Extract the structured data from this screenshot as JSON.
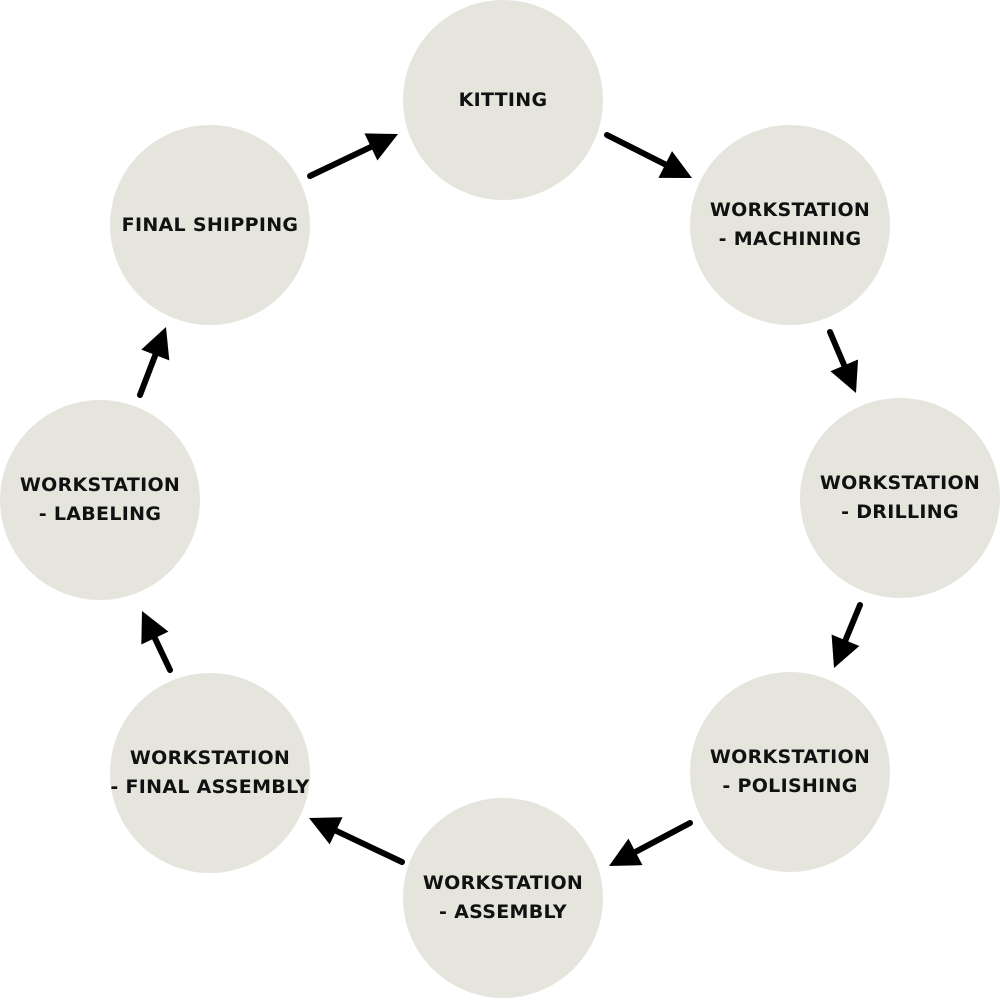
{
  "colors": {
    "node_fill": "#e6e5dd",
    "arrow": "#000000",
    "text": "#111111"
  },
  "nodes": [
    {
      "id": "kitting",
      "lines": [
        "KITTING"
      ]
    },
    {
      "id": "machining",
      "lines": [
        "WORKSTATION",
        "- MACHINING"
      ]
    },
    {
      "id": "drilling",
      "lines": [
        "WORKSTATION",
        "- DRILLING"
      ]
    },
    {
      "id": "polishing",
      "lines": [
        "WORKSTATION",
        "- POLISHING"
      ]
    },
    {
      "id": "assembly",
      "lines": [
        "WORKSTATION",
        "- ASSEMBLY"
      ]
    },
    {
      "id": "final-assembly",
      "lines": [
        "WORKSTATION",
        "- FINAL ASSEMBLY"
      ]
    },
    {
      "id": "labeling",
      "lines": [
        "WORKSTATION",
        "- LABELING"
      ]
    },
    {
      "id": "final-shipping",
      "lines": [
        "FINAL SHIPPING"
      ]
    }
  ],
  "edges": [
    {
      "from": "kitting",
      "to": "machining"
    },
    {
      "from": "machining",
      "to": "drilling"
    },
    {
      "from": "drilling",
      "to": "polishing"
    },
    {
      "from": "polishing",
      "to": "assembly"
    },
    {
      "from": "assembly",
      "to": "final-assembly"
    },
    {
      "from": "final-assembly",
      "to": "labeling"
    },
    {
      "from": "labeling",
      "to": "final-shipping"
    },
    {
      "from": "final-shipping",
      "to": "kitting"
    }
  ]
}
